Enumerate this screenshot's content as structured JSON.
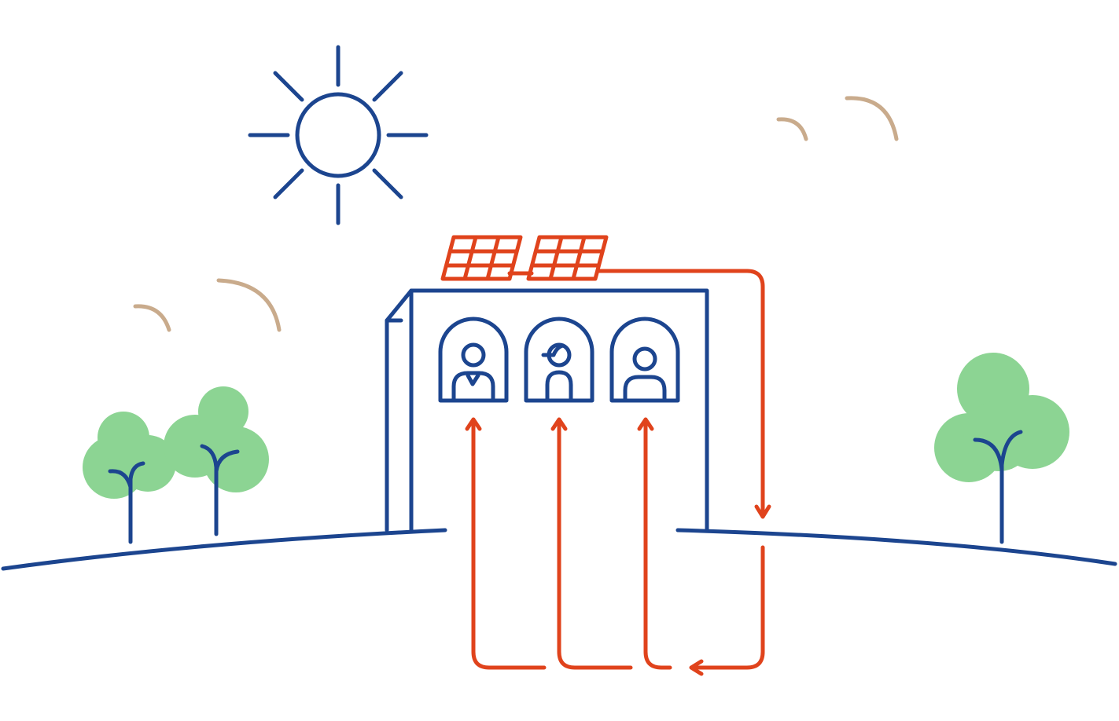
{
  "illustration": {
    "subject": "",
    "colors": {
      "outline": "#1c458f",
      "energy_flow": "#e0431c",
      "tree_foliage": "#8cd493",
      "birds": "#c9ab8c",
      "background": "#ffffff"
    },
    "icons": [
      "sun-icon",
      "solar-panel-icon",
      "building-icon",
      "person-icon",
      "tree-icon",
      "bird-icon",
      "arrow-icon"
    ],
    "counts": {
      "solar_panels": 2,
      "residents": 3,
      "trees": 3,
      "birds": 4,
      "upward_supply_arrows": 3
    }
  }
}
